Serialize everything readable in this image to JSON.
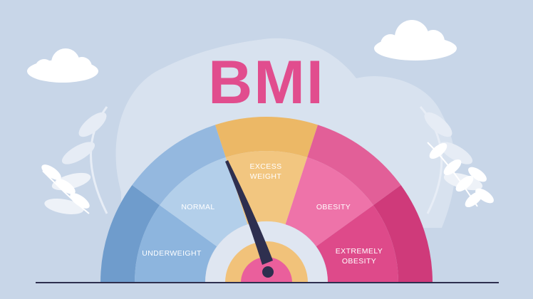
{
  "title": "BMI",
  "categories": {
    "underweight": "UNDERWEIGHT",
    "normal": "NORMAL",
    "excess_line1": "EXCESS",
    "excess_line2": "WEIGHT",
    "obesity": "OBESITY",
    "extreme_line1": "EXTREMELY",
    "extreme_line2": "OBESITY"
  },
  "colors": {
    "background": "#c8d6e8",
    "title": "#e14d8e",
    "underweight": "#7ea9d6",
    "normal": "#a9c6e4",
    "excess": "#f0c278",
    "obesity": "#ee6ea6",
    "extreme": "#d93d80",
    "needle": "#2e2f4f"
  }
}
